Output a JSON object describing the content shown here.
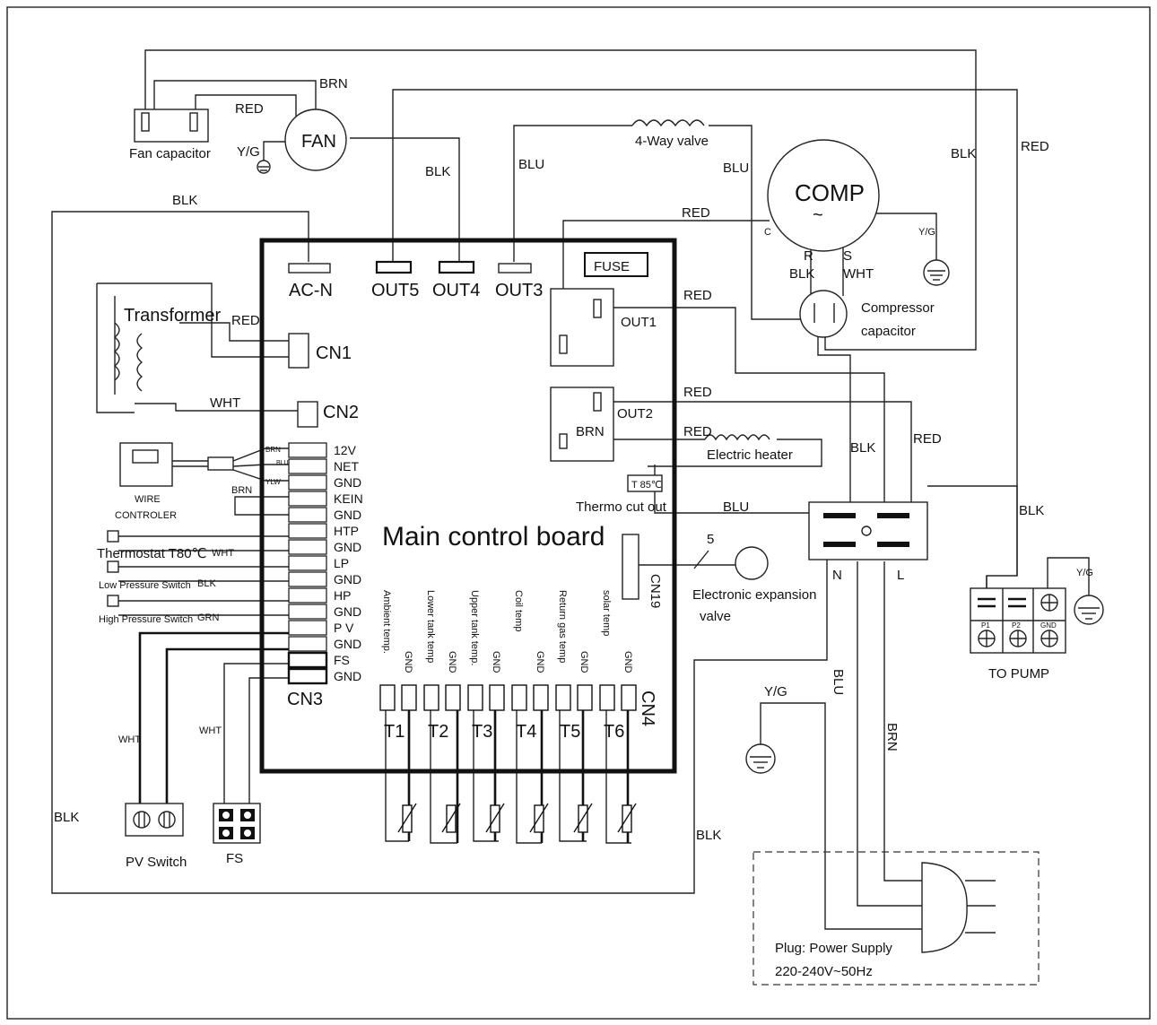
{
  "board": {
    "title": "Main control board",
    "fuse": "FUSE"
  },
  "top_ports": {
    "acn": "AC-N",
    "out5": "OUT5",
    "out4": "OUT4",
    "out3": "OUT3"
  },
  "connectors": {
    "cn1": "CN1",
    "cn2": "CN2",
    "cn3": "CN3",
    "cn4": "CN4",
    "cn19": "CN19",
    "out1": "OUT1",
    "out2": "OUT2"
  },
  "cn3_pins": [
    "12V",
    "NET",
    "GND",
    "KEIN",
    "GND",
    "HTP",
    "GND",
    "LP",
    "GND",
    "HP",
    "GND",
    "P V",
    "GND",
    "FS",
    "GND"
  ],
  "sensors": [
    {
      "name": "Ambient temp.",
      "gnd": "GND",
      "id": "T1"
    },
    {
      "name": "Lower tank temp",
      "gnd": "GND",
      "id": "T2"
    },
    {
      "name": "Upper tank temp.",
      "gnd": "GND",
      "id": "T3"
    },
    {
      "name": "Coil temp",
      "gnd": "GND",
      "id": "T4"
    },
    {
      "name": "Return gas temp",
      "gnd": "GND",
      "id": "T5"
    },
    {
      "name": "solar temp",
      "gnd": "GND",
      "id": "T6"
    }
  ],
  "components": {
    "fan_capacitor": "Fan capacitor",
    "fan": "FAN",
    "comp": "COMP",
    "comp_tilde": "~",
    "four_way": "4-Way valve",
    "compressor_cap_1": "Compressor",
    "compressor_cap_2": "capacitor",
    "transformer": "Transformer",
    "wire_ctrl_1": "WIRE",
    "wire_ctrl_2": "CONTROLER",
    "thermostat": "Thermostat T80℃",
    "low_pressure": "Low Pressure Switch",
    "high_pressure": "High Pressure Switch",
    "electric_heater": "Electric heater",
    "thermo_cutout": "Thermo cut out",
    "t85": "T 85℃",
    "eev_1": "Electronic expansion",
    "eev_2": "valve",
    "eev_num": "5",
    "to_pump": "TO PUMP",
    "pv_switch": "PV Switch",
    "fs": "FS",
    "plug_1": "Plug: Power Supply",
    "plug_2": "220-240V~50Hz",
    "n": "N",
    "l": "L",
    "comp_c": "C",
    "comp_r": "R",
    "comp_s": "S",
    "pump_p1": "P1",
    "pump_p2": "P2",
    "pump_gnd": "GND"
  },
  "wire_labels": {
    "brn_top": "BRN",
    "red_fan": "RED",
    "yg_fan": "Y/G",
    "blk_out4": "BLK",
    "blu_out3": "BLU",
    "blu_valve": "BLU",
    "blk_right": "BLK",
    "red_right": "RED",
    "blk_left": "BLK",
    "red_comp": "RED",
    "yg_comp": "Y/G",
    "blk_r": "BLK",
    "wht_s": "WHT",
    "red_out1": "RED",
    "red_trans": "RED",
    "wht_trans": "WHT",
    "brn_wc1": "BRN",
    "blu_wc": "BLU",
    "ylw_wc": "YLW",
    "brn_kein": "BRN",
    "wht_thermo": "WHT",
    "blk_lp": "BLK",
    "grn_hp": "GRN",
    "red_out2": "RED",
    "brn_out2": "BRN",
    "red_heater": "RED",
    "blk_n": "BLK",
    "red_l": "RED",
    "blu_thermo": "BLU",
    "blk_pump": "BLK",
    "yg_pump": "Y/G",
    "yg_ground": "Y/G",
    "blu_plug": "BLU",
    "brn_plug": "BRN",
    "wht_pv": "WHT",
    "wht_fs": "WHT",
    "blk_outer": "BLK",
    "blk_bottom": "BLK"
  }
}
